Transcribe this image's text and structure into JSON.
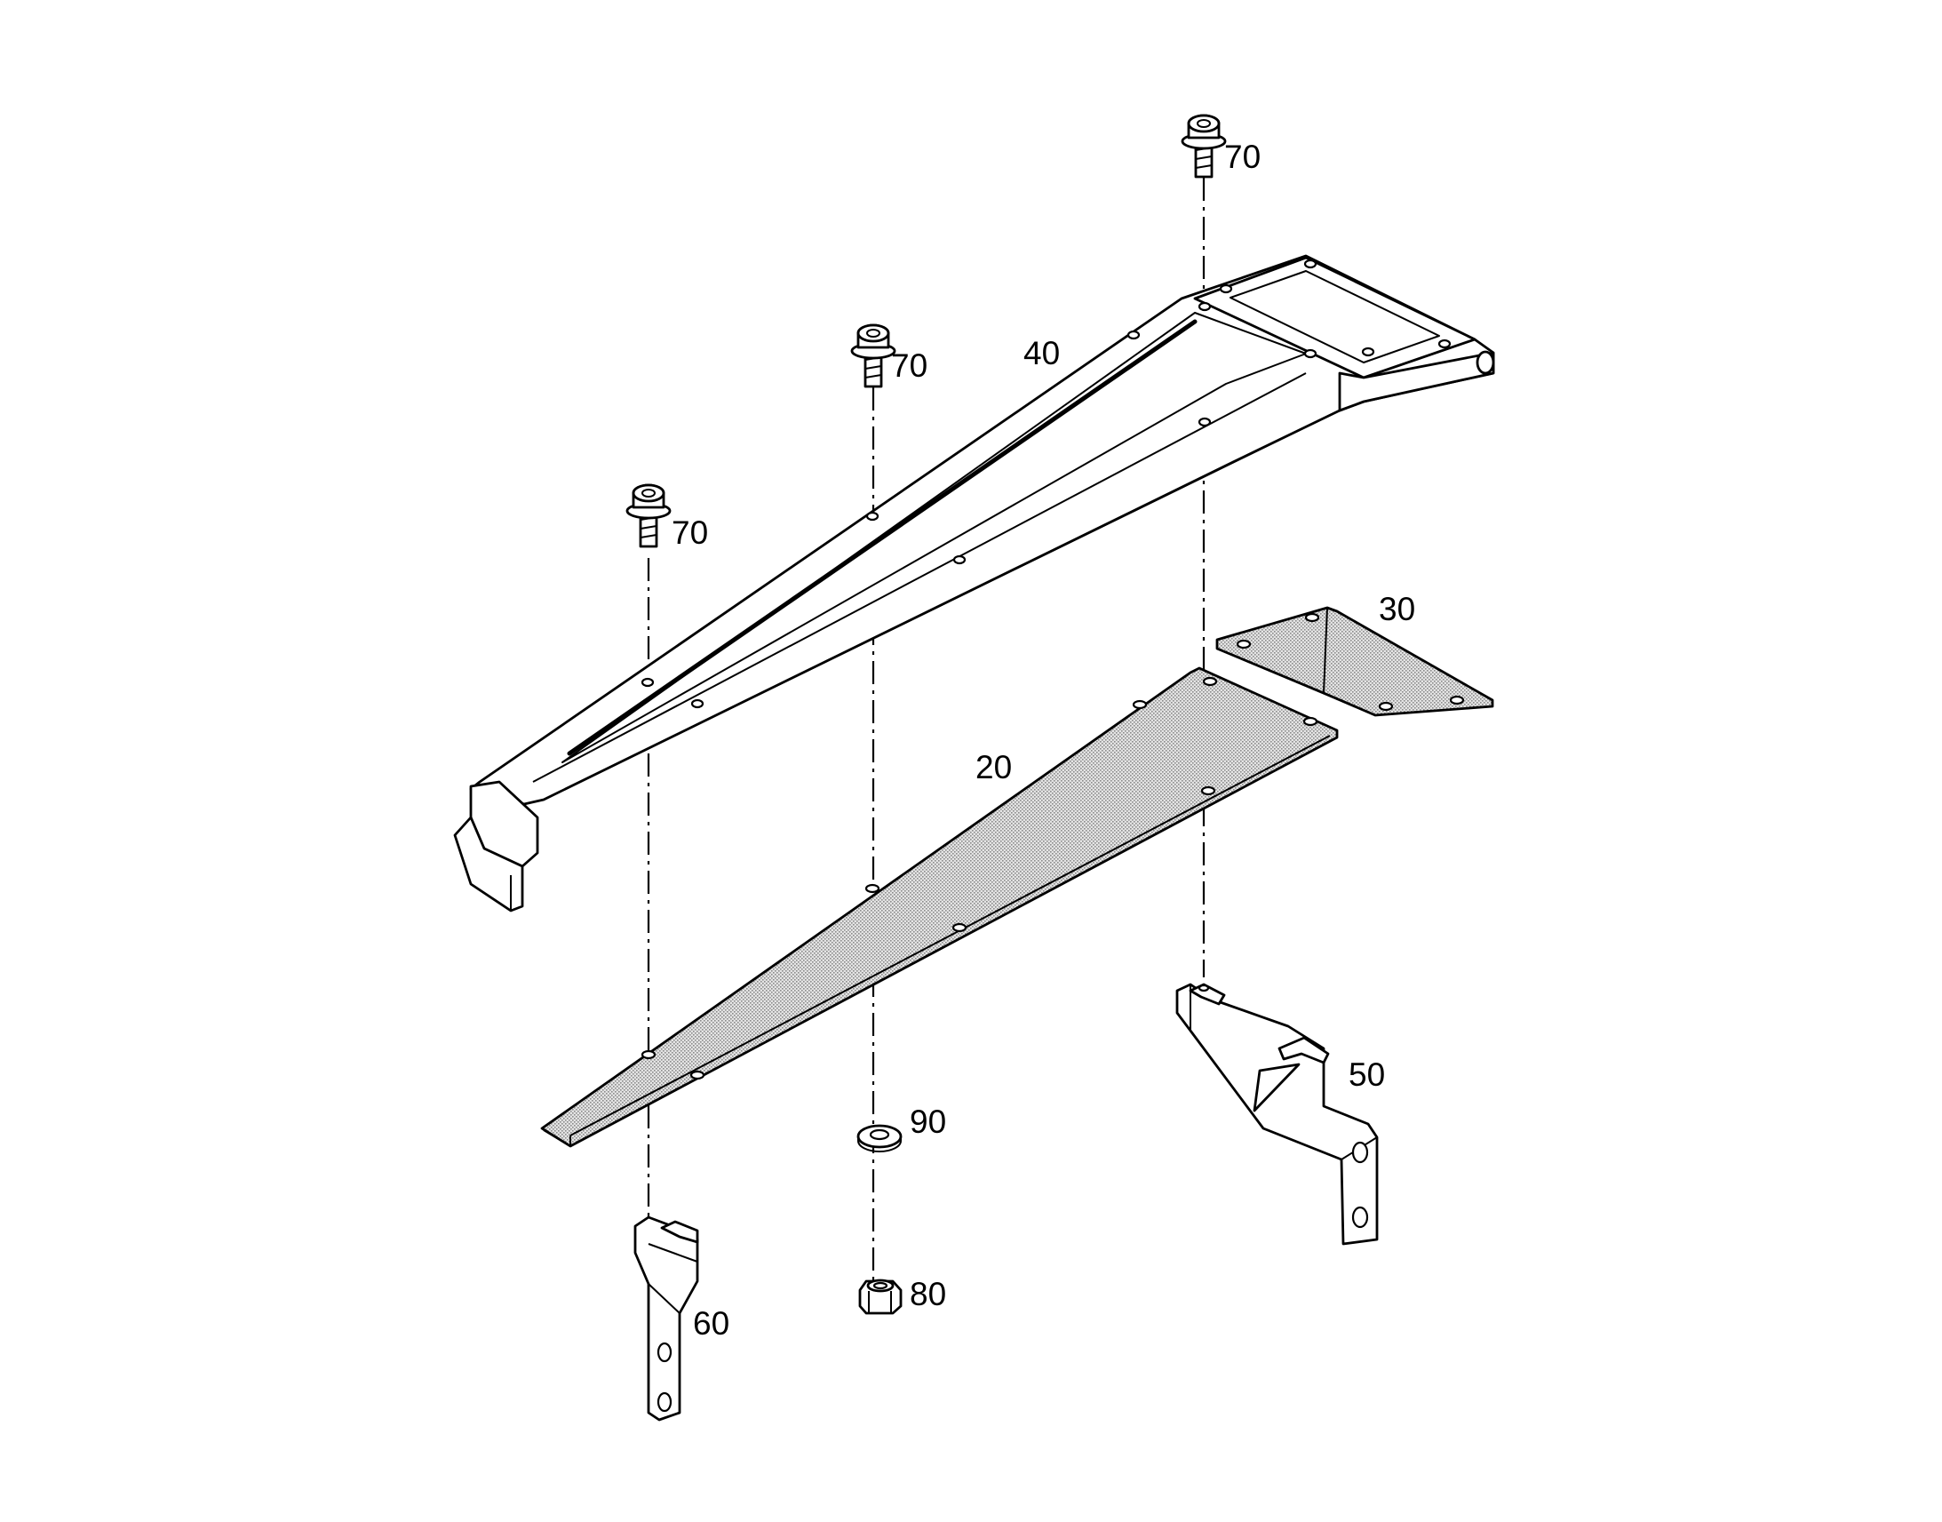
{
  "callouts": {
    "bolt_left": "70",
    "bolt_middle": "70",
    "bolt_right": "70",
    "rail": "40",
    "shield_main": "20",
    "shield_end": "30",
    "bracket_right": "50",
    "bracket_left": "60",
    "washer": "90",
    "nut": "80"
  }
}
